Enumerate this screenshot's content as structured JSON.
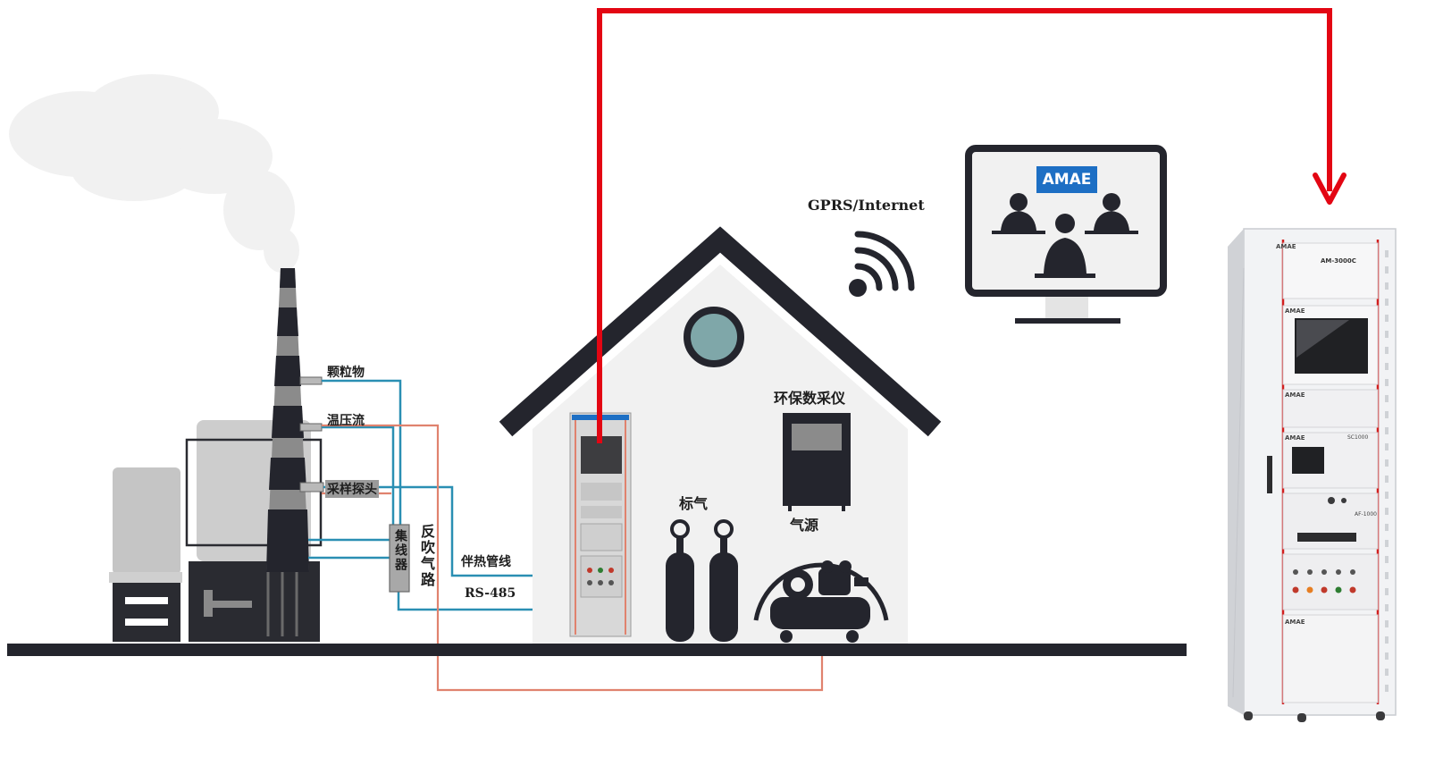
{
  "labels": {
    "particulate": "颗粒物",
    "temp_pressure_flow": "温压流",
    "sampling_probe": "采样探头",
    "concentrator": "集线器",
    "backblow_line": "反吹气路",
    "heated_line": "伴热管线",
    "rs485": "RS-485",
    "calibration_gas": "标气",
    "air_source": "气源",
    "daq": "环保数采仪",
    "network": "GPRS/Internet"
  },
  "monitor": {
    "brand": "AMAE"
  },
  "cabinet": {
    "brand": "AMAE",
    "model": "AM-3000C",
    "module_code": "SC1000",
    "pump_code": "AF-1000"
  },
  "colors": {
    "arrow_red": "#e30613",
    "pipe_blue": "#2a8fb3",
    "pipe_salmon": "#e0826e",
    "dark": "#24252d",
    "stack_grey": "#8b8b8b",
    "screen_bg": "#f1f1f1",
    "brand_blue": "#1d6fc4"
  },
  "icons": {
    "network": "wifi-signal-icon",
    "operators": "headset-operator-icon",
    "gas": "gas-cylinder-icon",
    "compressor": "air-compressor-icon"
  }
}
